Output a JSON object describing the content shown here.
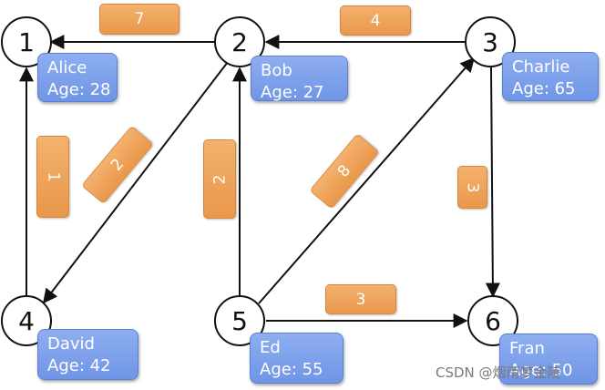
{
  "nodes": [
    {
      "id": "1",
      "label": "1",
      "name": "Alice",
      "age": "Age: 28"
    },
    {
      "id": "2",
      "label": "2",
      "name": "Bob",
      "age": "Age: 27"
    },
    {
      "id": "3",
      "label": "3",
      "name": "Charlie",
      "age": "Age: 65"
    },
    {
      "id": "4",
      "label": "4",
      "name": "David",
      "age": "Age: 42"
    },
    {
      "id": "5",
      "label": "5",
      "name": "Ed",
      "age": "Age: 55"
    },
    {
      "id": "6",
      "label": "6",
      "name": "Fran",
      "age": "Age: 50"
    }
  ],
  "edges": [
    {
      "from": "2",
      "to": "1",
      "weight": "7"
    },
    {
      "from": "3",
      "to": "2",
      "weight": "4"
    },
    {
      "from": "4",
      "to": "1",
      "weight": "1"
    },
    {
      "from": "2",
      "to": "4",
      "weight": "2"
    },
    {
      "from": "5",
      "to": "2",
      "weight": "2"
    },
    {
      "from": "5",
      "to": "3",
      "weight": "8"
    },
    {
      "from": "3",
      "to": "6",
      "weight": "3"
    },
    {
      "from": "5",
      "to": "6",
      "weight": "3"
    }
  ],
  "watermark": "CSDN @烟雨梦金陵",
  "colors": {
    "edge": "#111111",
    "node_fill": "#ffffff",
    "info_box": "#7a9ce8",
    "weight_box": "#eea35c"
  }
}
